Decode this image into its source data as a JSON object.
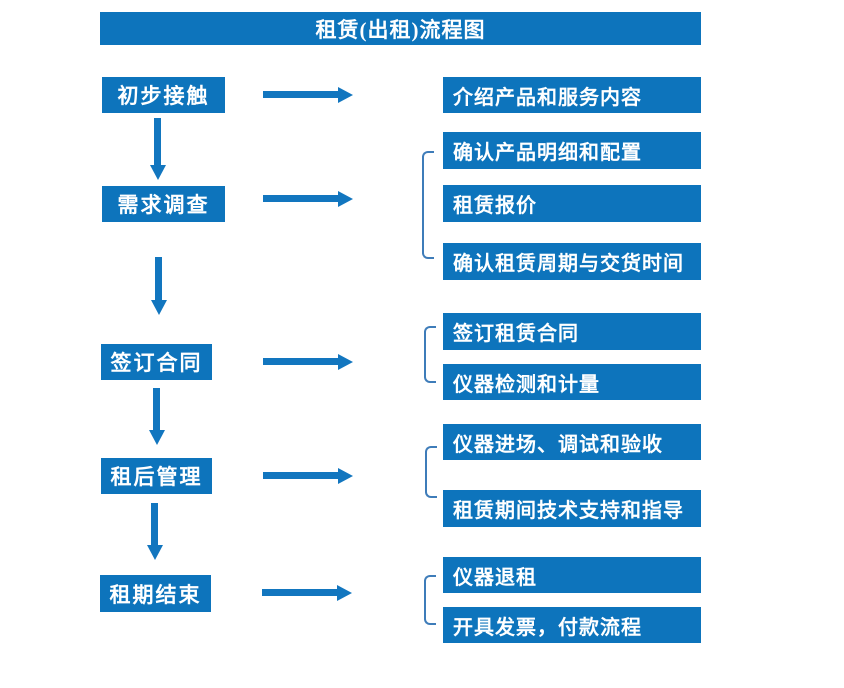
{
  "title": "租赁(出租)流程图",
  "colors": {
    "box_blue": "#0d74bc",
    "arrow_blue": "#1276bf",
    "bracket_blue": "#3e7cb9",
    "text_white": "#ffffff"
  },
  "flow": {
    "stages": [
      {
        "label": "初步接触",
        "outputs": [
          "介绍产品和服务内容"
        ]
      },
      {
        "label": "需求调查",
        "outputs": [
          "确认产品明细和配置",
          "租赁报价",
          "确认租赁周期与交货时间"
        ]
      },
      {
        "label": "签订合同",
        "outputs": [
          "签订租赁合同",
          "仪器检测和计量"
        ]
      },
      {
        "label": "租后管理",
        "outputs": [
          "仪器进场、调试和验收",
          "租赁期间技术支持和指导"
        ]
      },
      {
        "label": "租期结束",
        "outputs": [
          "仪器退租",
          "开具发票，付款流程"
        ]
      }
    ]
  }
}
